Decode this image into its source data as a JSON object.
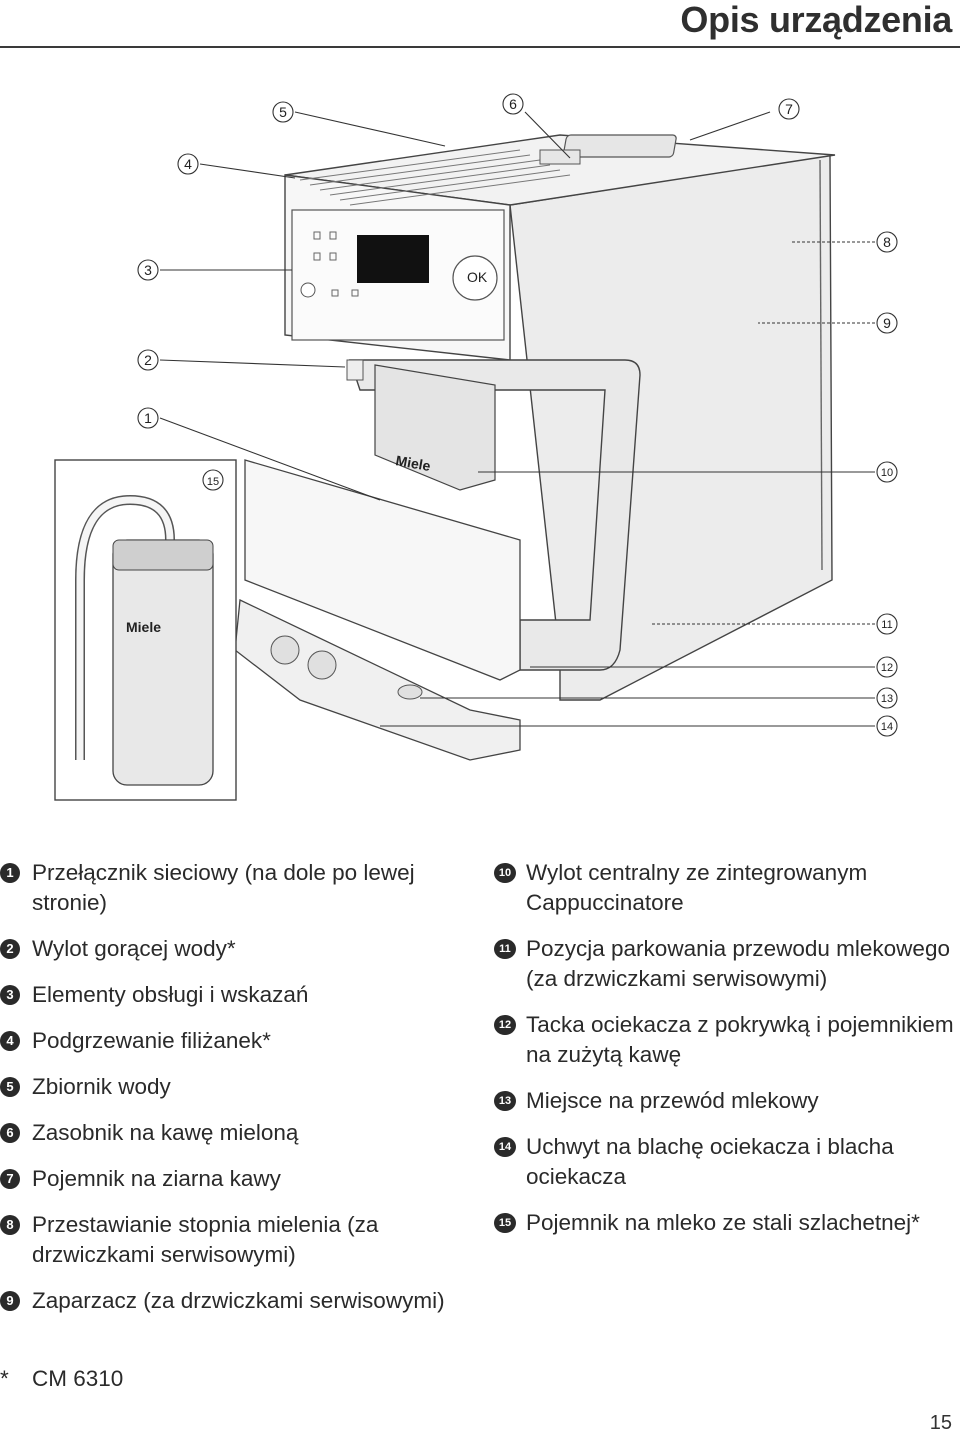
{
  "header": {
    "title": "Opis urządzenia"
  },
  "figure": {
    "callouts": [
      "5",
      "4",
      "3",
      "2",
      "1",
      "15",
      "6",
      "7",
      "8",
      "9",
      "10",
      "11",
      "12",
      "13",
      "14"
    ],
    "brand_text": "Miele",
    "panel_ok": "OK"
  },
  "legend_left": [
    {
      "num": "1",
      "text": "Przełącznik sieciowy (na dole po lewej stronie)"
    },
    {
      "num": "2",
      "text": "Wylot gorącej wody*"
    },
    {
      "num": "3",
      "text": "Elementy obsługi i wskazań"
    },
    {
      "num": "4",
      "text": "Podgrzewanie filiżanek*"
    },
    {
      "num": "5",
      "text": "Zbiornik wody"
    },
    {
      "num": "6",
      "text": "Zasobnik na kawę mieloną"
    },
    {
      "num": "7",
      "text": "Pojemnik na ziarna kawy"
    },
    {
      "num": "8",
      "text": "Przestawianie stopnia mielenia (za drzwiczkami serwisowymi)"
    },
    {
      "num": "9",
      "text": "Zaparzacz (za drzwiczkami serwisowymi)"
    }
  ],
  "legend_right": [
    {
      "num": "10",
      "text": "Wylot centralny ze zintegrowanym Cappuccinatore"
    },
    {
      "num": "11",
      "text": "Pozycja parkowania przewodu mlekowego (za drzwiczkami serwisowymi)"
    },
    {
      "num": "12",
      "text": "Tacka ociekacza z pokrywką i pojemnikiem na zużytą kawę"
    },
    {
      "num": "13",
      "text": "Miejsce na przewód mlekowy"
    },
    {
      "num": "14",
      "text": "Uchwyt na blachę ociekacza i blacha ociekacza"
    },
    {
      "num": "15",
      "text": "Pojemnik na mleko ze stali szlachetnej*"
    }
  ],
  "footnote": {
    "marker": "*",
    "text": "CM 6310"
  },
  "page_number": "15"
}
